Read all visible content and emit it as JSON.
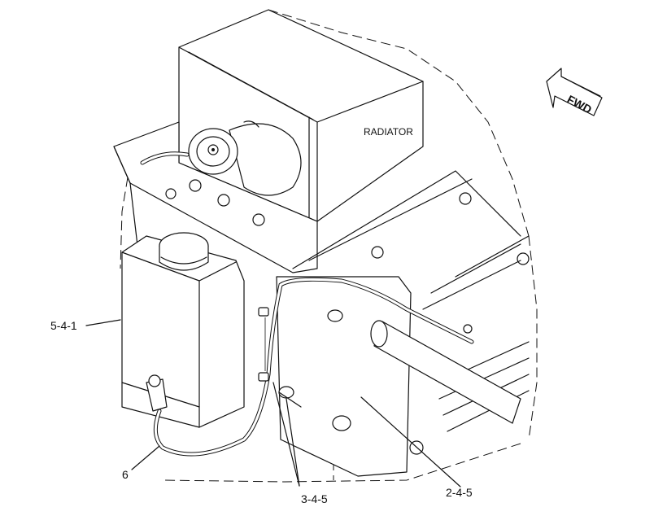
{
  "labels": {
    "radiator": "RADIATOR",
    "fwd": "FWD"
  },
  "callouts": {
    "reservoir": "5-4-1",
    "hose": "6",
    "clips": "3-4-5",
    "bracket": "2-4-5"
  }
}
